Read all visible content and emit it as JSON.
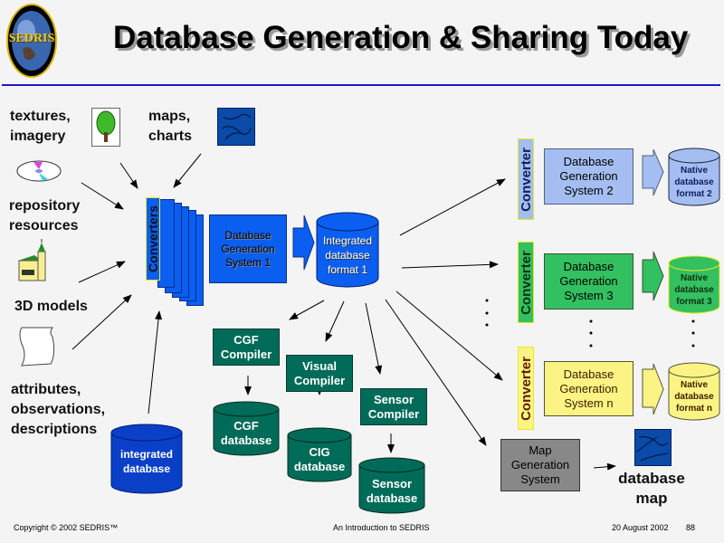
{
  "slide": {
    "title": "Database Generation & Sharing Today",
    "logo_text": "SEDRIS"
  },
  "inputs": {
    "textures": "textures,\nimagery",
    "maps": "maps,\ncharts",
    "repository": "repository\nresources",
    "models": "3D models",
    "attributes": "attributes,\nobservations,\ndescriptions"
  },
  "pipeline": {
    "converters": "Converters",
    "dbgen1": "Database\nGeneration\nSystem 1",
    "integrated_format": "Integrated\ndatabase\nformat  1",
    "integrated_db": "integrated\ndatabase"
  },
  "compilers": {
    "cgf_compiler": "CGF\nCompiler",
    "visual_compiler": "Visual\nCompiler",
    "sensor_compiler": "Sensor\nCompiler",
    "cgf_db": "CGF\ndatabase",
    "cig_db": "CIG\ndatabase",
    "sensor_db": "Sensor\ndatabase"
  },
  "systems": [
    {
      "converter": "Converter",
      "name": "Database\nGeneration\nSystem 2",
      "native": "Native\ndatabase\nformat 2",
      "color": "#a4bef2"
    },
    {
      "converter": "Converter",
      "name": "Database\nGeneration\nSystem 3",
      "native": "Native\ndatabase\nformat 3",
      "color": "#33c060"
    },
    {
      "converter": "Converter",
      "name": "Database\nGeneration\nSystem n",
      "native": "Native\ndatabase\nformat n",
      "color": "#fbf485"
    }
  ],
  "map": {
    "system": "Map\nGeneration\nSystem",
    "output": "database\nmap"
  },
  "ellipsis": "⋮",
  "footer": {
    "copyright": "Copyright © 2002 SEDRIS™",
    "center": "An Introduction to SEDRIS",
    "date": "20 August 2002",
    "page": "88"
  }
}
